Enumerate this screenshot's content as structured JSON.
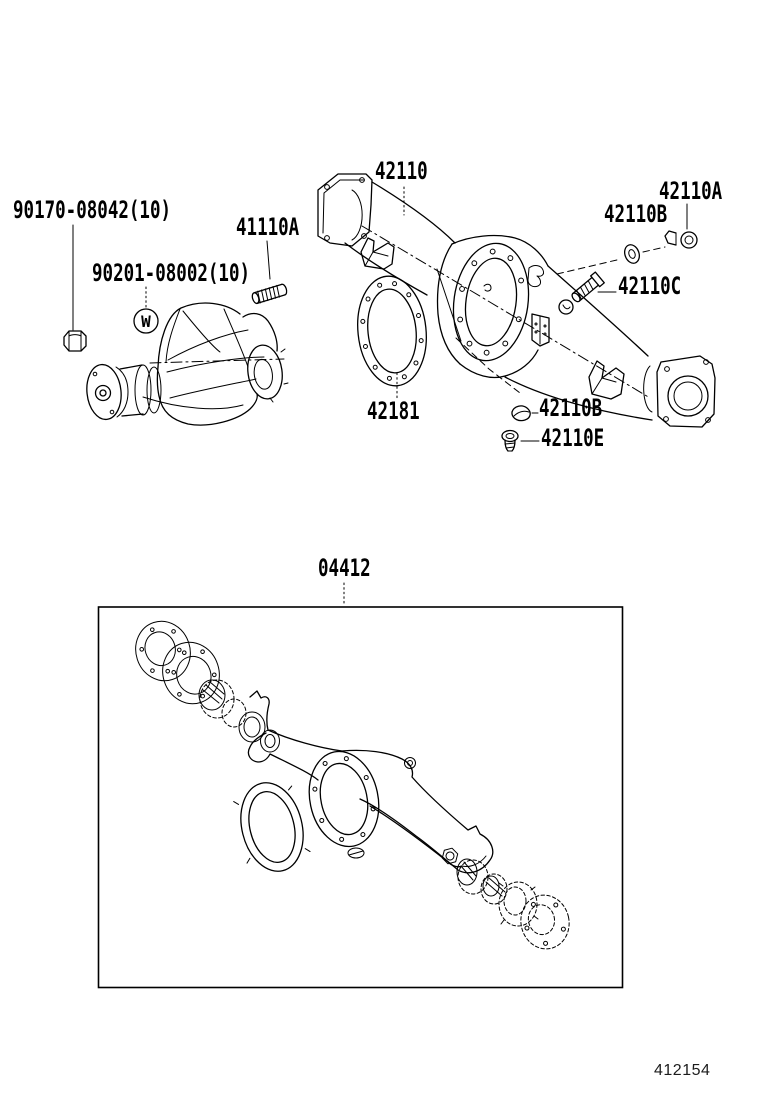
{
  "figure": {
    "number": "412154",
    "kit_label": "04412",
    "w_marker": "W"
  },
  "part_labels": {
    "nut": "90170-08042(10)",
    "washer": "90201-08002(10)",
    "stud": "41110A",
    "housing": "42110",
    "breather": "42110A",
    "breather_washer": "42110B",
    "sender": "42110C",
    "carrier_gasket": "42181",
    "clip": "42110B",
    "plug": "42110E"
  }
}
